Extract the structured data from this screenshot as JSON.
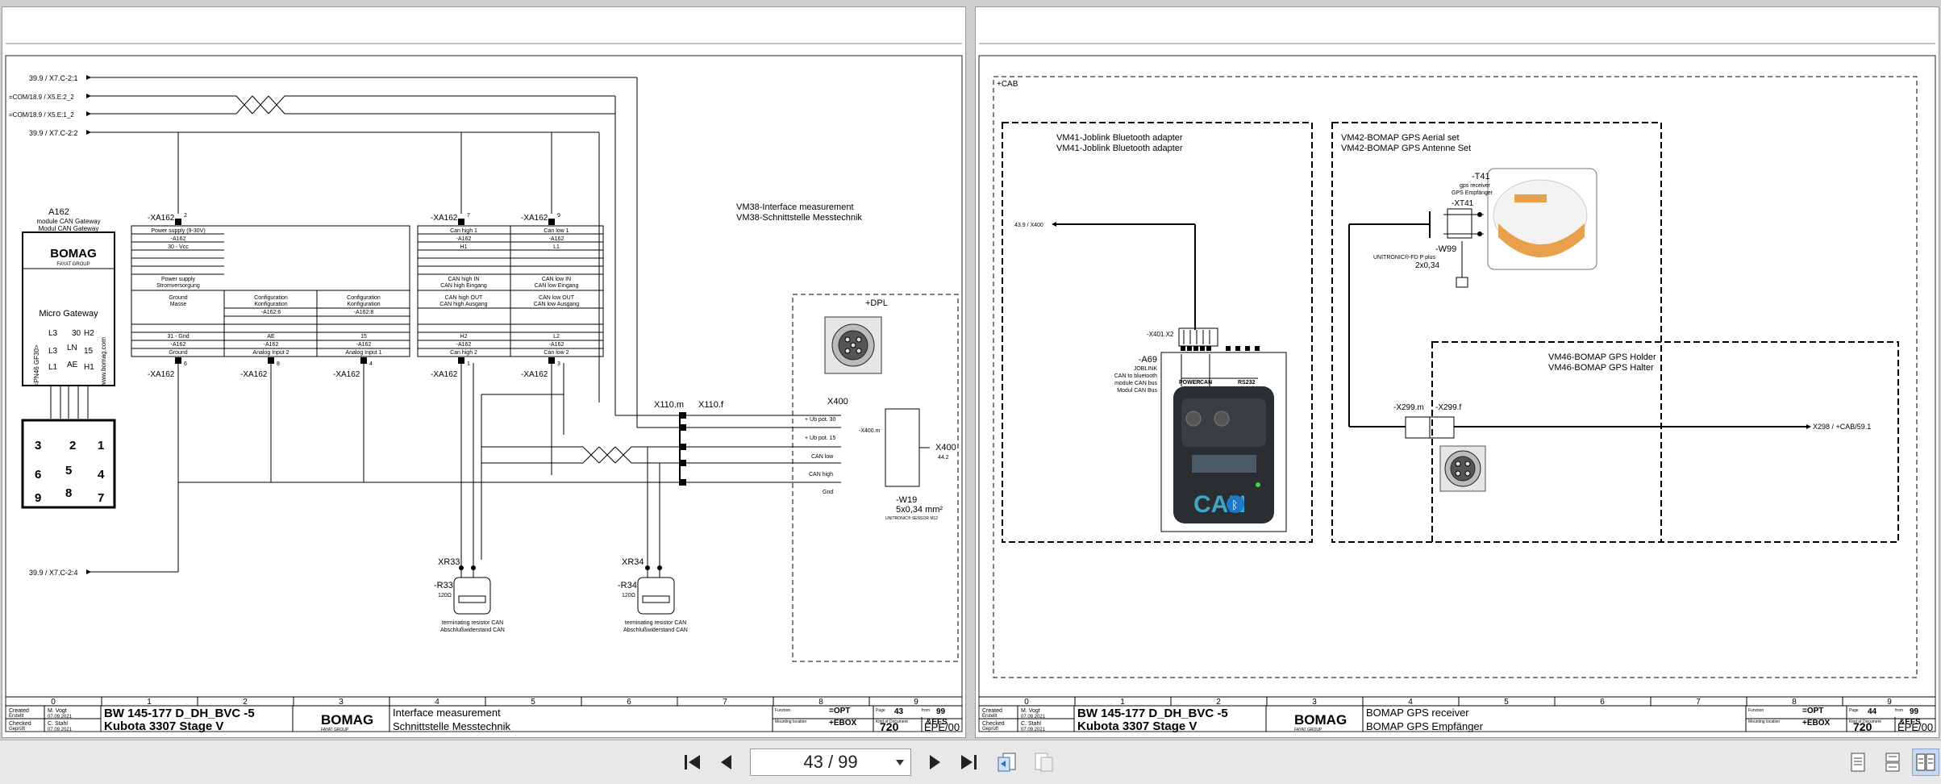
{
  "viewer": {
    "page_indicator": "43 / 99",
    "first_page_label": "first page",
    "prev_page_label": "previous page",
    "next_page_label": "next page",
    "last_page_label": "last page"
  },
  "left_page": {
    "signals": {
      "s1": "39.9 / X7.C-2:1",
      "s2": "=COM/18.9 / X5.E:2_2",
      "s3": "=COM/18.9 / X5.E:1_2",
      "s4": "39.9 / X7.C-2:2",
      "s5": "39.9 / X7.C-2:4"
    },
    "a162": {
      "id": "A162",
      "line1": "module CAN Gateway",
      "line2": "Modul CAN Gateway"
    },
    "gateway": {
      "brand": "BOMAG",
      "group": "FAYAT GROUP",
      "title": "Micro Gateway",
      "side_left": "<PN46 GF30>",
      "side_right": "www.bomag.com",
      "l1": "L3",
      "l2": "L3",
      "l3": "L1",
      "r1": "30",
      "r2": "15",
      "r3": "H2",
      "r4": "H1",
      "m1": "LN",
      "m2": "AE"
    },
    "pins": {
      "p1": "3",
      "p2": "2",
      "p3": "1",
      "p4": "6",
      "p5": "5",
      "p6": "4",
      "p7": "9",
      "p8": "8",
      "p9": "7"
    },
    "connectors": {
      "top_c1": "-XA162",
      "top_c1_pin": "2",
      "top_c2": "-XA162",
      "top_c2_pin": "7",
      "top_c3": "-XA162",
      "top_c3_pin": "9",
      "bot_c1": "-XA162",
      "bot_c1_pin": "6",
      "bot_c2": "-XA162",
      "bot_c2_pin": "8",
      "bot_c3": "-XA162",
      "bot_c3_pin": "4",
      "bot_c4": "-XA162",
      "bot_c4_pin": "1",
      "bot_c5": "-XA162",
      "bot_c5_pin": "3"
    },
    "table1": {
      "r1": "Power supply (9-30V)",
      "r2": "-A162",
      "r3": "30 - Vcc",
      "r4": "Power supply",
      "r5": "Stromversorgung",
      "g1": "Ground",
      "g2": "Masse",
      "g3": "31 - Gnd",
      "g4": "-A162",
      "g5": "Ground",
      "c1": "Configuration",
      "c2": "Konfiguration",
      "c3": "-A162:6",
      "c4": "AE",
      "c5": "-A162",
      "c6": "Analog Input 2",
      "d1": "Configuration",
      "d2": "Konfiguration",
      "d3": "-A162:8",
      "d4": "15",
      "d5": "-A162",
      "d6": "Analog Input 1"
    },
    "table2": {
      "h1": "Can high 1",
      "h2": "-A162",
      "h3": "H1",
      "h4": "CAN high IN",
      "h5": "CAN high Eingang",
      "h6": "CAN high OUT",
      "h7": "CAN high Ausgang",
      "h8": "H2",
      "h9": "-A162",
      "h10": "Can high 2",
      "l1": "Can low 1",
      "l2": "-A162",
      "l3": "L1",
      "l4": "CAN low IN",
      "l5": "CAN low Eingang",
      "l6": "CAN low OUT",
      "l7": "CAN low Ausgang",
      "l8": "L2",
      "l9": "-A162",
      "l10": "Can low 2"
    },
    "vm38": {
      "line1": "VM38-Interface measurement",
      "line2": "VM38-Schnittstelle Messtechnik"
    },
    "dpl": "+DPL",
    "x110m": "X110.m",
    "x110f": "X110.f",
    "x400": "X400",
    "x400m": "-X400.m",
    "x400_right": "X400",
    "x400_right_sub": "44.2",
    "x400_rows": {
      "a": "+ Ub pot. 30",
      "b": "+ Ub pot. 15",
      "c": "CAN low",
      "d": "CAN high",
      "e": "Gnd"
    },
    "w19": {
      "id": "-W19",
      "spec": "5x0,34 mm²",
      "sub": "UNITRONIC® SENSOR M12"
    },
    "xr33": "XR33",
    "xr34": "XR34",
    "r33": {
      "id": "-R33",
      "val": "120Ω",
      "line1": "terminating resistor CAN",
      "line2": "Abschlußwiderstand CAN"
    },
    "r34": {
      "id": "-R34",
      "val": "120Ω",
      "line1": "terminating resistor CAN",
      "line2": "Abschlußwiderstand CAN"
    },
    "columns": [
      "0",
      "1",
      "2",
      "3",
      "4",
      "5",
      "6",
      "7",
      "8",
      "9"
    ],
    "title_block": {
      "created_label": "Created",
      "created_label_de": "Erstellt",
      "created_name": "M. Vogt",
      "created_date": "07.09.2021",
      "checked_label": "Checked",
      "checked_label_de": "Geprüft",
      "checked_name": "C. Stahl",
      "checked_date": "07.09.2021",
      "model": "BW 145-177 D_DH_BVC -5",
      "engine": "Kubota 3307 Stage V",
      "brand": "BOMAG",
      "group": "FAYAT GROUP",
      "desc1": "Interface measurement",
      "desc2": "Schnittstelle Messtechnik",
      "function_label": "Function",
      "function_value": "=OPT",
      "mounting_label": "Mounting location",
      "mounting_value": "+EBOX",
      "page_label": "Page",
      "page_value": "43",
      "from_label": "from",
      "from_value": "99",
      "kind_label": "Kind of Document",
      "kind_value": "&EFS",
      "doc_number": "720",
      "doc_code": "EPE/00"
    }
  },
  "right_page": {
    "cab": "+CAB",
    "vm41": {
      "line1": "VM41-Joblink Bluetooth adapter",
      "line2": "VM41-Joblink Bluetooth adapter"
    },
    "vm42": {
      "line1": "VM42-BOMAP GPS Aerial set",
      "line2": "VM42-BOMAP GPS Antenne Set"
    },
    "vm46": {
      "line1": "VM46-BOMAP GPS Holder",
      "line2": "VM46-BOMAP GPS Halter"
    },
    "x400_ref": "43.9 / X400",
    "x401": "-X401.X2",
    "a69": {
      "id": "-A69",
      "l1": "JOBLINK",
      "l2": "CAN to bluetooth",
      "l3": "module CAN bus",
      "l4": "Modul CAN Bus"
    },
    "pin_labels": {
      "power": "POWER",
      "can": "CAN",
      "rs232": "RS232"
    },
    "can_logo": "CAN",
    "t41": {
      "id": "-T41",
      "l1": "gps receiver",
      "l2": "GPS Empfänger",
      "xt41": "-XT41"
    },
    "w99": {
      "id": "-W99",
      "l1": "UNITRONIC®-FD P plus",
      "l2": "2x0,34"
    },
    "x299m": "-X299.m",
    "x299f": "-X299.f",
    "x298": "X298 / +CAB/59.1",
    "columns": [
      "0",
      "1",
      "2",
      "3",
      "4",
      "5",
      "6",
      "7",
      "8",
      "9"
    ],
    "title_block": {
      "created_label": "Created",
      "created_label_de": "Erstellt",
      "created_name": "M. Vogt",
      "created_date": "07.09.2021",
      "checked_label": "Checked",
      "checked_label_de": "Geprüft",
      "checked_name": "C. Stahl",
      "checked_date": "07.09.2021",
      "model": "BW 145-177 D_DH_BVC -5",
      "engine": "Kubota 3307 Stage V",
      "brand": "BOMAG",
      "group": "FAYAT GROUP",
      "desc1": "BOMAP GPS receiver",
      "desc2": "BOMAP GPS Empfänger",
      "function_label": "Function",
      "function_value": "=OPT",
      "mounting_label": "Mounting location",
      "mounting_value": "+EBOX",
      "page_label": "Page",
      "page_value": "44",
      "from_label": "from",
      "from_value": "99",
      "kind_label": "Kind of Document",
      "kind_value": "&EFS",
      "doc_number": "720",
      "doc_code": "EPE/00"
    }
  }
}
